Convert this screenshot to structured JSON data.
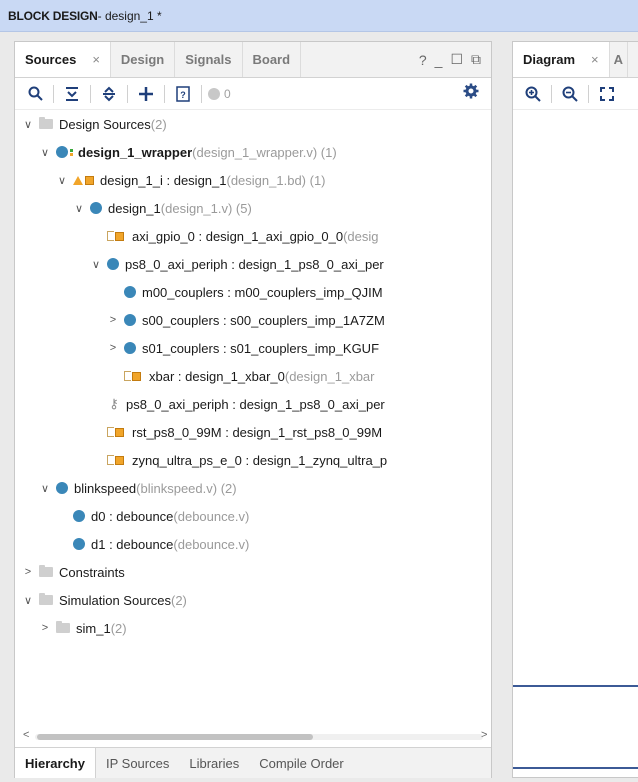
{
  "window": {
    "title_bold": "BLOCK DESIGN",
    "title_rest": " - design_1 *"
  },
  "sources_panel": {
    "tabs": [
      {
        "label": "Sources",
        "close": "×"
      },
      {
        "label": "Design"
      },
      {
        "label": "Signals"
      },
      {
        "label": "Board"
      }
    ],
    "tab_tools": [
      "?",
      "_",
      "☐",
      "⧉"
    ],
    "toolbar_counter": "0",
    "tree": [
      {
        "level": 0,
        "chev": "∨",
        "icon": "folder",
        "name": "Design Sources",
        "meta": " (2)",
        "bold": false
      },
      {
        "level": 1,
        "chev": "∨",
        "icon": "wrapper",
        "name": "design_1_wrapper",
        "meta": " (design_1_wrapper.v) (1)",
        "bold": true
      },
      {
        "level": 2,
        "chev": "∨",
        "icon": "bd",
        "name": "design_1_i : design_1",
        "meta": " (design_1.bd) (1)",
        "bold": false
      },
      {
        "level": 3,
        "chev": "∨",
        "icon": "dot",
        "name": "design_1",
        "meta": " (design_1.v) (5)",
        "bold": false
      },
      {
        "level": 4,
        "chev": "",
        "icon": "ip",
        "name": "axi_gpio_0 : design_1_axi_gpio_0_0",
        "meta": " (desig",
        "bold": false
      },
      {
        "level": 4,
        "chev": "∨",
        "icon": "dot",
        "name": "ps8_0_axi_periph : design_1_ps8_0_axi_per",
        "meta": "",
        "bold": false
      },
      {
        "level": 5,
        "chev": "",
        "icon": "dot",
        "name": "m00_couplers : m00_couplers_imp_QJIM",
        "meta": "",
        "bold": false
      },
      {
        "level": 5,
        "chev": ">",
        "icon": "dot",
        "name": "s00_couplers : s00_couplers_imp_1A7ZM",
        "meta": "",
        "bold": false
      },
      {
        "level": 5,
        "chev": ">",
        "icon": "dot",
        "name": "s01_couplers : s01_couplers_imp_KGUF",
        "meta": "",
        "bold": false
      },
      {
        "level": 5,
        "chev": "",
        "icon": "ip",
        "name": "xbar : design_1_xbar_0",
        "meta": " (design_1_xbar",
        "bold": false
      },
      {
        "level": 4,
        "chev": "",
        "icon": "key",
        "name": "ps8_0_axi_periph : design_1_ps8_0_axi_per",
        "meta": "",
        "bold": false
      },
      {
        "level": 4,
        "chev": "",
        "icon": "ip",
        "name": "rst_ps8_0_99M : design_1_rst_ps8_0_99M",
        "meta": "",
        "bold": false
      },
      {
        "level": 4,
        "chev": "",
        "icon": "ip",
        "name": "zynq_ultra_ps_e_0 : design_1_zynq_ultra_p",
        "meta": "",
        "bold": false
      },
      {
        "level": 1,
        "chev": "∨",
        "icon": "dot",
        "name": "blinkspeed",
        "meta": " (blinkspeed.v) (2)",
        "bold": false
      },
      {
        "level": 2,
        "chev": "",
        "icon": "dot",
        "name": "d0 : debounce",
        "meta": " (debounce.v)",
        "bold": false
      },
      {
        "level": 2,
        "chev": "",
        "icon": "dot",
        "name": "d1 : debounce",
        "meta": " (debounce.v)",
        "bold": false
      },
      {
        "level": 0,
        "chev": ">",
        "icon": "folder",
        "name": "Constraints",
        "meta": "",
        "bold": false
      },
      {
        "level": 0,
        "chev": "∨",
        "icon": "folder",
        "name": "Simulation Sources",
        "meta": " (2)",
        "bold": false
      },
      {
        "level": 1,
        "chev": ">",
        "icon": "folder",
        "name": "sim_1",
        "meta": " (2)",
        "bold": false
      }
    ],
    "bottom_tabs": [
      "Hierarchy",
      "IP Sources",
      "Libraries",
      "Compile Order"
    ]
  },
  "diagram_panel": {
    "tab_label": "Diagram",
    "tab_close": "×",
    "tab_cut": "A"
  }
}
